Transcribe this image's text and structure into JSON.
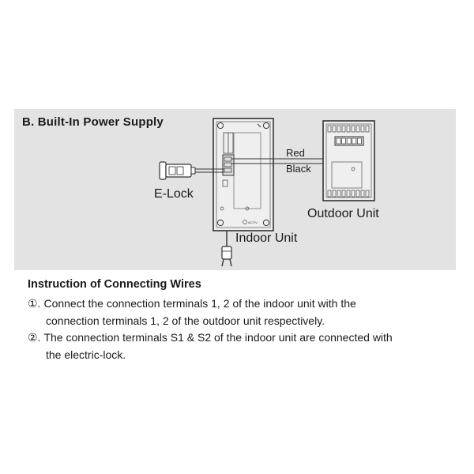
{
  "panel": {
    "title": "B. Built-In Power Supply"
  },
  "diagram": {
    "wire_red": "Red",
    "wire_black": "Black",
    "elock_label": "E-Lock",
    "indoor_label": "Indoor Unit",
    "outdoor_label": "Outdoor Unit"
  },
  "instructions": {
    "heading": "Instruction of Connecting Wires",
    "items": [
      {
        "number": "①.",
        "line1": "Connect the connection terminals 1, 2 of the indoor unit with the",
        "line2": "connection terminals 1, 2 of the outdoor unit respectively."
      },
      {
        "number": "②.",
        "line1": "The connection terminals S1 & S2 of the indoor unit are connected with",
        "line2": "the electric-lock."
      }
    ]
  },
  "colors": {
    "panel_bg": "#e3e3e3",
    "line": "#333333",
    "text": "#1a1a1a"
  }
}
